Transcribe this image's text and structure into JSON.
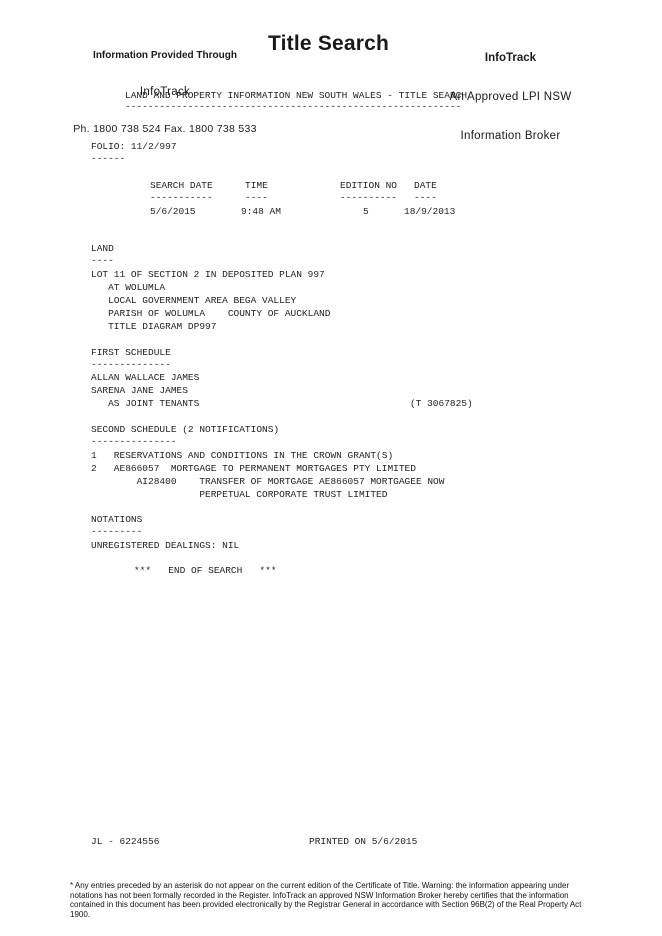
{
  "header": {
    "left_line1": "Information Provided Through",
    "left_line2": "InfoTrack",
    "left_line3": "Ph. 1800 738 524 Fax. 1800 738 533",
    "title": "Title Search",
    "right_line1": "InfoTrack",
    "right_line2": "An Approved LPI NSW",
    "right_line3": "Information Broker"
  },
  "doc": {
    "heading": "LAND AND PROPERTY INFORMATION NEW SOUTH WALES - TITLE SEARCH",
    "heading_rule": "-----------------------------------------------------------",
    "folio": "FOLIO: 11/2/997",
    "folio_rule": "------",
    "search_table": {
      "headers": [
        "SEARCH DATE",
        "TIME",
        "EDITION NO",
        "DATE"
      ],
      "rules": [
        "-----------",
        "----",
        "----------",
        "----"
      ],
      "values": [
        "5/6/2015",
        "9:48 AM",
        "5",
        "18/9/2013"
      ]
    },
    "land_heading": "LAND",
    "land_rule": "----",
    "land_lines": [
      "LOT 11 OF SECTION 2 IN DEPOSITED PLAN 997",
      "   AT WOLUMLA",
      "   LOCAL GOVERNMENT AREA BEGA VALLEY",
      "   PARISH OF WOLUMLA    COUNTY OF AUCKLAND",
      "   TITLE DIAGRAM DP997"
    ],
    "first_schedule_heading": "FIRST SCHEDULE",
    "first_schedule_rule": "--------------",
    "first_schedule_lines": [
      "ALLAN WALLACE JAMES",
      "SARENA JANE JAMES",
      "   AS JOINT TENANTS"
    ],
    "first_schedule_ref": "(T 3067825)",
    "second_schedule_heading": "SECOND SCHEDULE (2 NOTIFICATIONS)",
    "second_schedule_rule": "---------------",
    "second_schedule_lines": [
      "1   RESERVATIONS AND CONDITIONS IN THE CROWN GRANT(S)",
      "2   AE866057  MORTGAGE TO PERMANENT MORTGAGES PTY LIMITED",
      "        AI28400    TRANSFER OF MORTGAGE AE866057 MORTGAGEE NOW",
      "                   PERPETUAL CORPORATE TRUST LIMITED"
    ],
    "notations_heading": "NOTATIONS",
    "notations_rule": "---------",
    "unregistered": "UNREGISTERED DEALINGS: NIL",
    "end": "***   END OF SEARCH   ***",
    "ref_left": "JL - 6224556",
    "printed_on": "PRINTED ON 5/6/2015"
  },
  "footer": {
    "disclaimer": "* Any entries preceded by an asterisk do not appear on the current edition of the Certificate of Title. Warning: the information appearing under notations has not been formally recorded in the Register. InfoTrack an approved NSW Information Broker hereby certifies that the information contained in this document has been provided electronically by the Registrar General in accordance with Section 96B(2) of the Real Property Act 1900."
  }
}
